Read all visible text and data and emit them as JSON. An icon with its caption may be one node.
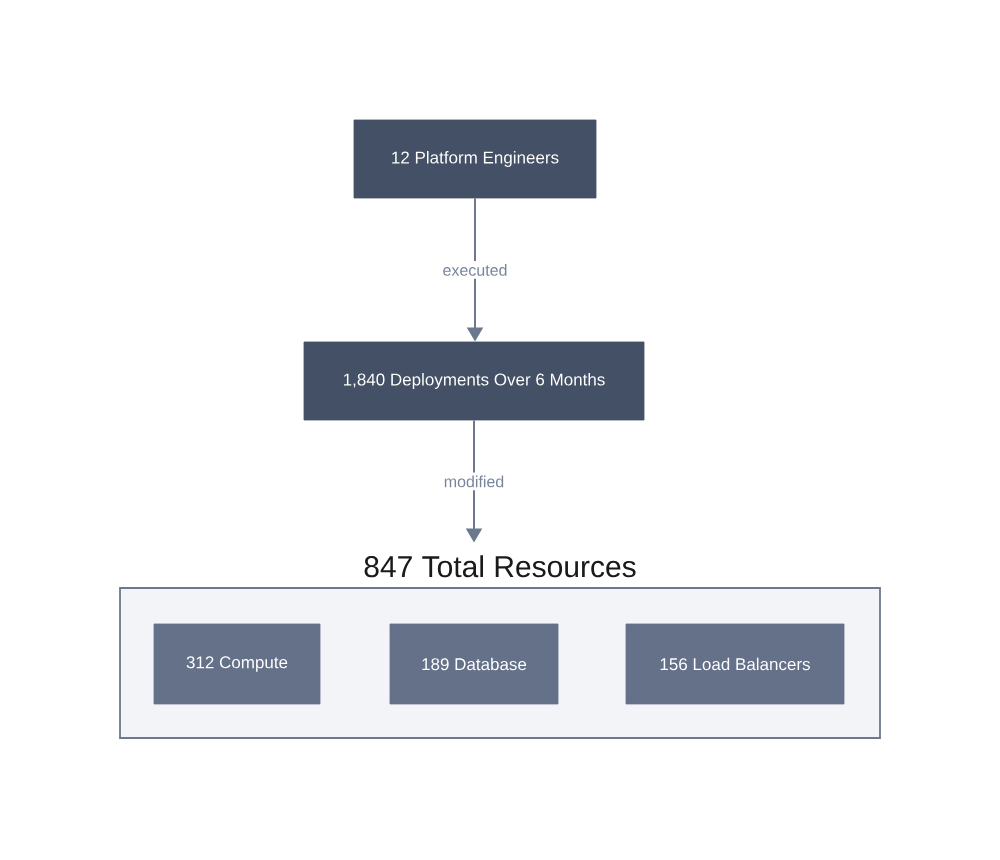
{
  "diagram": {
    "nodes": [
      {
        "text": [
          "12 Platform Engineers"
        ]
      },
      {
        "text": [
          "1,840 Deployments Over 6 Months"
        ]
      },
      {
        "text": [
          "847 Total Resources"
        ]
      },
      {
        "text": [
          "312 Compute"
        ],
        "in": 2
      },
      {
        "text": [
          "189 Database"
        ],
        "in": 2
      },
      {
        "text": [
          "156 Load Balancers"
        ],
        "in": 2
      }
    ],
    "edges": [
      {
        "from": 0,
        "to": 1,
        "arrow": "to",
        "label": "executed"
      },
      {
        "from": 1,
        "to": 2,
        "arrow": "to",
        "label": "modified"
      }
    ]
  }
}
